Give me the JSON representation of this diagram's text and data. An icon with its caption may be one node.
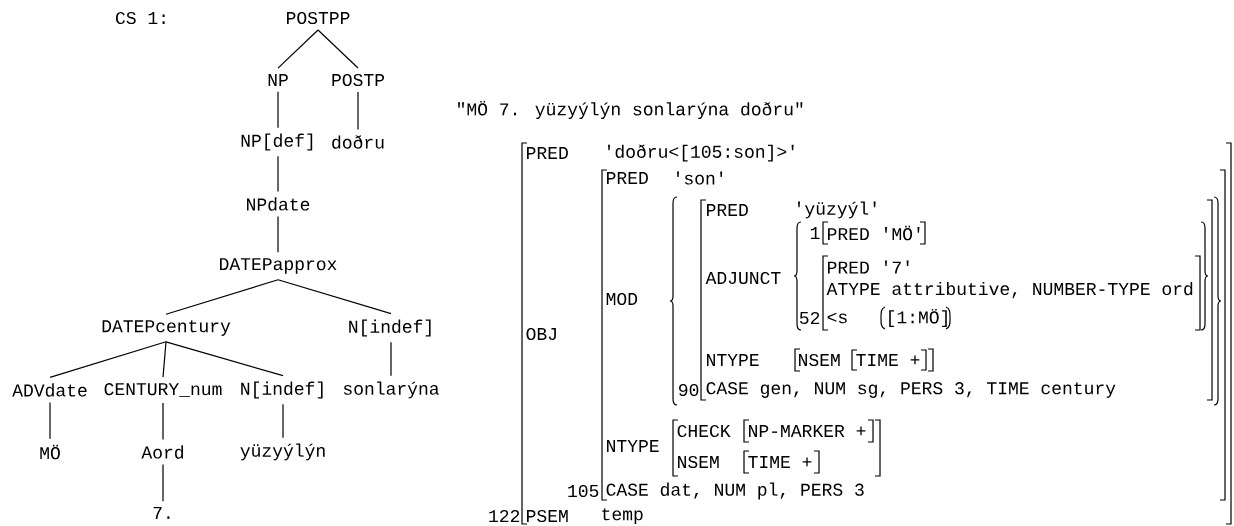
{
  "diagram": {
    "nodes": [
      {
        "text": [
          "POSTPP"
        ]
      },
      {
        "text": [
          "NP"
        ]
      },
      {
        "text": [
          "POSTP"
        ]
      },
      {
        "text": [
          "NP[def]"
        ]
      },
      {
        "text": [
          "doðru"
        ]
      },
      {
        "text": [
          "NPdate"
        ]
      },
      {
        "text": [
          "DATEPapprox"
        ]
      },
      {
        "text": [
          "DATEPcentury"
        ]
      },
      {
        "text": [
          "N[indef]"
        ]
      },
      {
        "text": [
          "ADVdate"
        ]
      },
      {
        "text": [
          "CENTURY_num"
        ]
      },
      {
        "text": [
          "N[indef]"
        ]
      },
      {
        "text": [
          "sonlarýna"
        ]
      },
      {
        "text": [
          "MÖ"
        ]
      },
      {
        "text": [
          "Aord"
        ]
      },
      {
        "text": [
          "yüzyýlýn"
        ]
      },
      {
        "text": [
          "7."
        ]
      }
    ],
    "edges": [
      {
        "from": 0,
        "to": 1,
        "arrow": "none"
      },
      {
        "from": 0,
        "to": 2,
        "arrow": "none"
      },
      {
        "from": 1,
        "to": 3,
        "arrow": "none"
      },
      {
        "from": 2,
        "to": 4,
        "arrow": "none"
      },
      {
        "from": 3,
        "to": 5,
        "arrow": "none"
      },
      {
        "from": 5,
        "to": 6,
        "arrow": "none"
      },
      {
        "from": 6,
        "to": 7,
        "arrow": "none"
      },
      {
        "from": 6,
        "to": 8,
        "arrow": "none"
      },
      {
        "from": 7,
        "to": 9,
        "arrow": "none"
      },
      {
        "from": 7,
        "to": 10,
        "arrow": "none"
      },
      {
        "from": 7,
        "to": 11,
        "arrow": "none"
      },
      {
        "from": 8,
        "to": 12,
        "arrow": "none"
      },
      {
        "from": 9,
        "to": 13,
        "arrow": "none"
      },
      {
        "from": 10,
        "to": 14,
        "arrow": "none"
      },
      {
        "from": 11,
        "to": 15,
        "arrow": "none"
      },
      {
        "from": 14,
        "to": 16,
        "arrow": "none"
      }
    ],
    "labels": [
      "CS 1:",
      "\"MÖ 7. yüzyýlýn sonlarýna doðru\"",
      "PRED",
      "'doðru<[105:son]>'",
      "PRED",
      "'son'",
      "PRED",
      "'yüzyýl'",
      "1",
      "PRED 'MÖ'",
      "PRED '7'",
      "ADJUNCT",
      "ATYPE attributive, NUMBER-TYPE ord",
      "MOD",
      "52",
      "<s",
      "[1:MÖ]",
      "OBJ",
      "NTYPE",
      "NSEM",
      "TIME +",
      "90",
      "CASE gen, NUM sg, PERS 3, TIME century",
      "CHECK",
      "NP-MARKER +",
      "NTYPE",
      "NSEM",
      "TIME +",
      "105",
      "CASE dat, NUM pl, PERS 3",
      "122",
      "PSEM",
      "temp"
    ]
  }
}
